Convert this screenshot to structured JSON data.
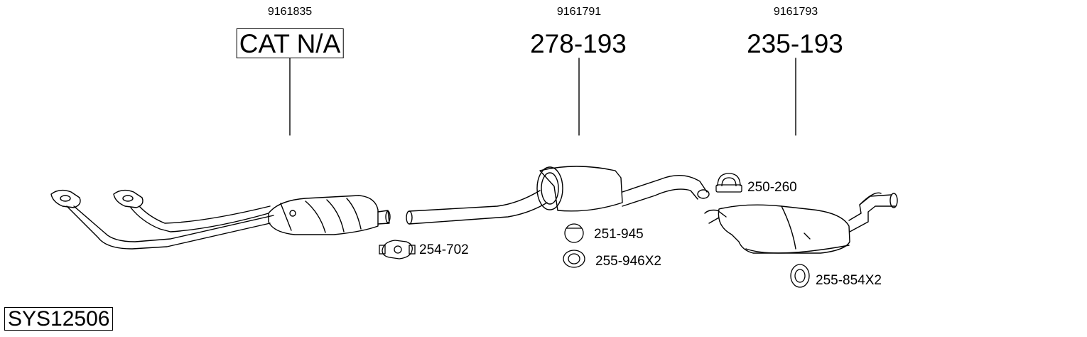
{
  "diagram": {
    "system_id": "SYS12506",
    "parts": [
      {
        "oe_number": "9161835",
        "part_number": "CAT N/A",
        "boxed": true
      },
      {
        "oe_number": "9161791",
        "part_number": "278-193",
        "boxed": false
      },
      {
        "oe_number": "9161793",
        "part_number": "235-193",
        "boxed": false
      }
    ],
    "accessories": [
      {
        "label": "254-702",
        "icon": "clamp-icon"
      },
      {
        "label": "251-945",
        "icon": "gasket-ring-icon"
      },
      {
        "label": "255-946X2",
        "icon": "rubber-hanger-icon"
      },
      {
        "label": "250-260",
        "icon": "u-clamp-icon"
      },
      {
        "label": "255-854X2",
        "icon": "rubber-hanger-icon"
      }
    ]
  }
}
